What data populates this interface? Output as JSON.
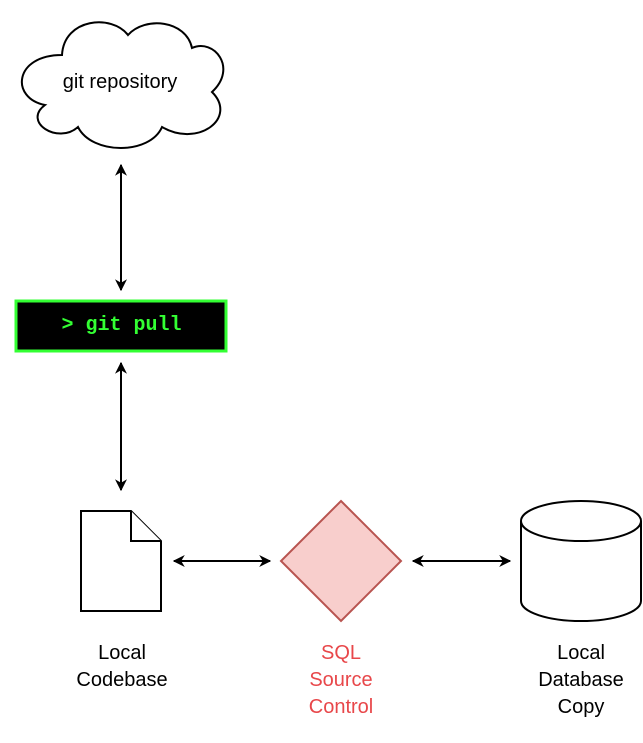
{
  "repository": {
    "label": "git repository"
  },
  "terminal": {
    "command": "> git pull",
    "text_color": "#33ff33",
    "border_color": "#33ff33",
    "background": "#000000"
  },
  "codebase": {
    "line1": "Local",
    "line2": "Codebase"
  },
  "sql_source_control": {
    "line1": "SQL",
    "line2": "Source",
    "line3": "Control",
    "text_color": "#e8474a",
    "fill": "#f8cecc",
    "stroke": "#b85450"
  },
  "database": {
    "line1": "Local",
    "line2": "Database",
    "line3": "Copy"
  }
}
